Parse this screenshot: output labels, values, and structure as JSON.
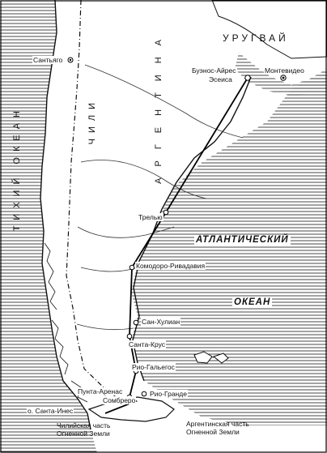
{
  "map": {
    "ocean_pacific": "ТИХИЙ ОКЕАН",
    "ocean_atlantic_line1": "АТЛАНТИЧЕСКИЙ",
    "ocean_atlantic_line2": "ОКЕАН",
    "country_uruguay": "УРУГВАЙ",
    "country_chile": "ЧИЛИ",
    "country_argentina": "АРГЕНТИНА",
    "cities": {
      "santiago": "Сантьяго",
      "buenos_aires": "Буэнос-Айрес",
      "ezeiza": "Эсеиса",
      "montevideo": "Монтевидео",
      "trelew": "Трелью",
      "comodoro": "Комодоро-Ривадавия",
      "san_julian": "Сан-Хулиан",
      "santa_cruz": "Санта-Крус",
      "rio_gallegos": "Рио-Гальегос",
      "punta_arenas": "Пунта-Аренас",
      "sombrero": "Сомбреро",
      "rio_grande": "Рио-Гранде",
      "santa_ines": "о. Санта-Инес",
      "chile_part_line1": "Чилийская часть",
      "chile_part_line2": "Огненной Земли",
      "arg_part_line1": "Аргентинская часть",
      "arg_part_line2": "Огненной Земли"
    }
  }
}
